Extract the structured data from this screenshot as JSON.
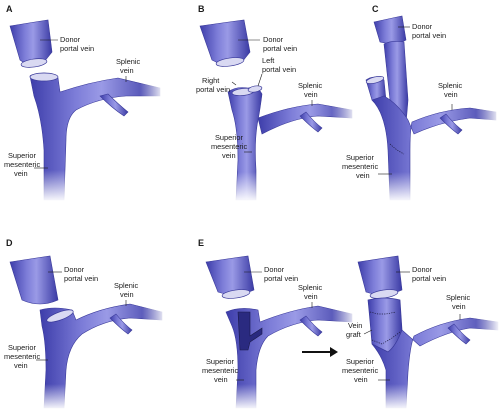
{
  "panels": [
    {
      "letter": "A",
      "labels": {
        "donor_portal_vein": [
          "Donor",
          "portal vein"
        ],
        "splenic_vein": [
          "Splenic",
          "vein"
        ],
        "superior_mesenteric_vein": [
          "Superior",
          "mesenteric",
          "vein"
        ]
      }
    },
    {
      "letter": "B",
      "labels": {
        "donor_portal_vein": [
          "Donor",
          "portal vein"
        ],
        "left_portal_vein": [
          "Left",
          "portal vein"
        ],
        "right_portal_vein": [
          "Right",
          "portal vein"
        ],
        "splenic_vein": [
          "Splenic",
          "vein"
        ],
        "superior_mesenteric_vein": [
          "Superior",
          "mesenteric",
          "vein"
        ]
      }
    },
    {
      "letter": "C",
      "labels": {
        "donor_portal_vein": [
          "Donor",
          "portal vein"
        ],
        "splenic_vein": [
          "Splenic",
          "vein"
        ],
        "superior_mesenteric_vein": [
          "Superior",
          "mesenteric",
          "vein"
        ]
      }
    },
    {
      "letter": "D",
      "labels": {
        "donor_portal_vein": [
          "Donor",
          "portal vein"
        ],
        "splenic_vein": [
          "Splenic",
          "vein"
        ],
        "superior_mesenteric_vein": [
          "Superior",
          "mesenteric",
          "vein"
        ]
      }
    },
    {
      "letter": "E",
      "labels": {
        "donor_portal_vein": [
          "Donor",
          "portal vein"
        ],
        "splenic_vein": [
          "Splenic",
          "vein"
        ],
        "superior_mesenteric_vein": [
          "Superior",
          "mesenteric",
          "vein"
        ]
      }
    },
    {
      "letter": "",
      "labels": {
        "donor_portal_vein": [
          "Donor",
          "portal vein"
        ],
        "vein_graft": [
          "Vein",
          "graft"
        ],
        "splenic_vein": [
          "Splenic",
          "vein"
        ],
        "superior_mesenteric_vein": [
          "Superior",
          "mesenteric",
          "vein"
        ]
      }
    }
  ],
  "colors": {
    "vein_light": "#8a8ae0",
    "vein_dark": "#3d3daa",
    "lumen": "#d9d9f2",
    "arrow": "#111111"
  },
  "icons": {
    "transition_arrow": "right-arrow-icon"
  }
}
